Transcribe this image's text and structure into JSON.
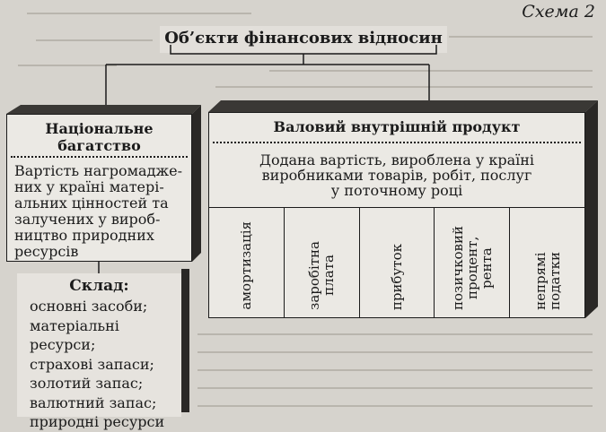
{
  "scheme_label": "Схема 2",
  "title": "Об’єкти фінансових відносин",
  "national_wealth": {
    "heading_line1": "Національне",
    "heading_line2": "багатство",
    "description_lines": [
      "Вартість нагромадже-",
      "них у країні матері-",
      "альних цінностей та",
      "залучених у вироб-",
      "ництво природних",
      "ресурсів"
    ]
  },
  "composition": {
    "title": "Склад:",
    "items": [
      "основні засоби;",
      "матеріальні",
      "ресурси;",
      "страхові запаси;",
      "золотий запас;",
      "валютний запас;",
      "природні ресурси"
    ]
  },
  "gdp": {
    "heading": "Валовий внутрішній продукт",
    "description_lines": [
      "Додана вартість, вироблена у країні",
      "виробниками товарів, робіт,  послуг",
      "у поточному році"
    ],
    "components": [
      "амортизація",
      "заробітна\nплата",
      "прибуток",
      "позичковий\nпроцент,\nрента",
      "непрямі\nподатки"
    ]
  },
  "colors": {
    "background": "#d6d3cd",
    "box_fill": "#ebe9e4",
    "ink": "#1b1b1b",
    "shadow": "#2a2826"
  }
}
